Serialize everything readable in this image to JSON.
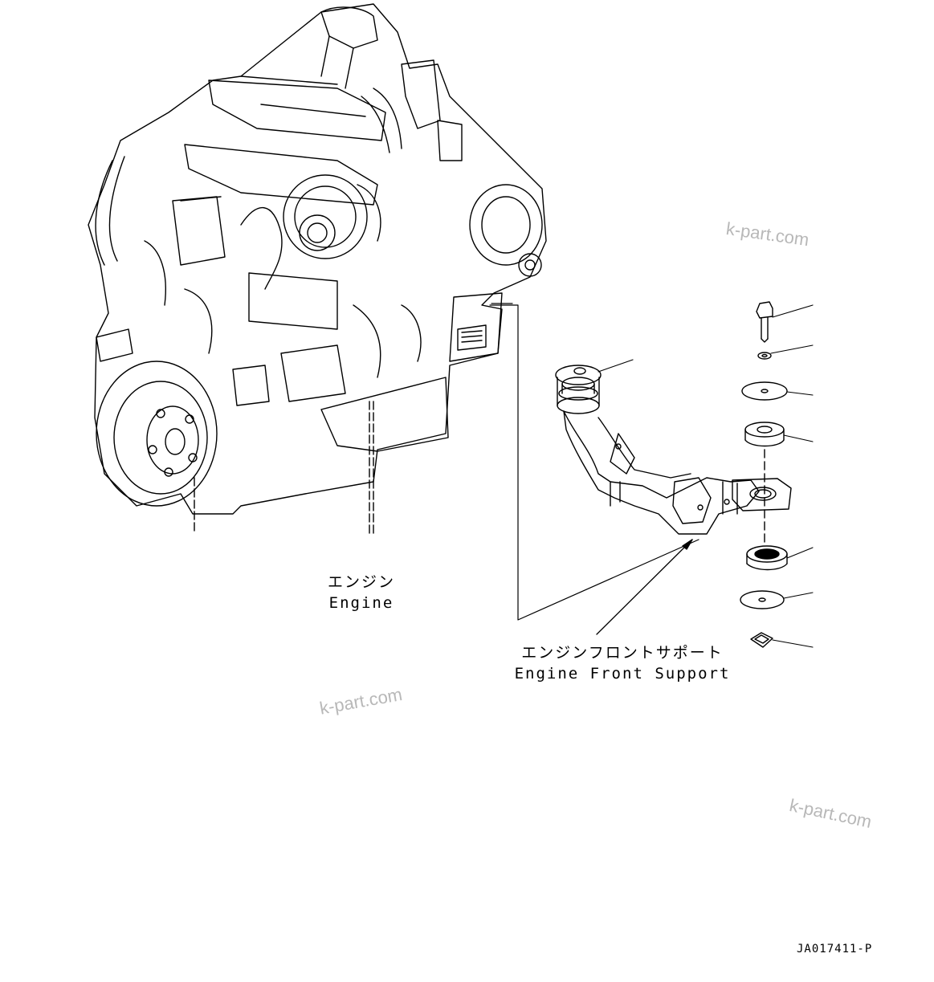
{
  "labels": {
    "engine_jp": "エンジン",
    "engine_en": "Engine",
    "support_jp": "エンジンフロントサポート",
    "support_en": "Engine Front Support"
  },
  "watermarks": [
    "k-part.com",
    "k-part.com",
    "k-part.com"
  ],
  "drawing_code": "JA017411-P"
}
